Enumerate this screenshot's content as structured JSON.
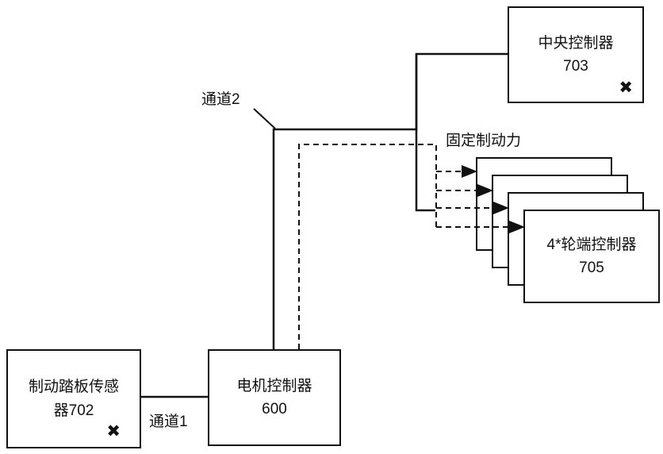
{
  "diagram": {
    "labels": {
      "channel2": "通道2",
      "channel1": "通道1",
      "fixed_braking_force": "固定制动力"
    },
    "boxes": {
      "central_controller": {
        "name_line": "中央控制器",
        "number": "703",
        "x_mark": "✖"
      },
      "wheel_controllers": {
        "name_line": "4*轮端控制器",
        "number": "705",
        "stack_count": 4
      },
      "brake_pedal_sensor": {
        "name_line": "制动踏板传感",
        "number_line": "器702",
        "x_mark": "✖"
      },
      "motor_controller": {
        "name_line": "电机控制器",
        "number": "600"
      }
    },
    "colors": {
      "line": "#111111",
      "background": "#ffffff",
      "text": "#111111"
    }
  }
}
